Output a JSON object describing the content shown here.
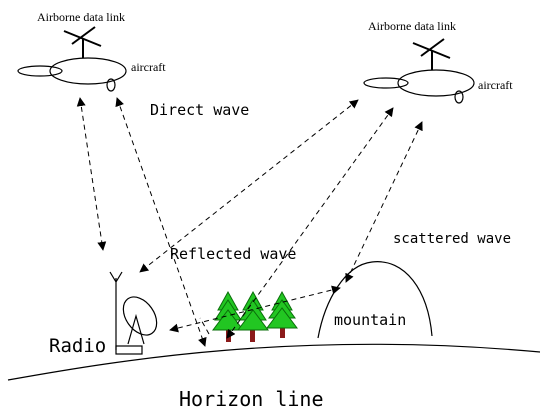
{
  "labels": {
    "datalink_left": "Airborne data link",
    "datalink_right": "Airborne data link",
    "aircraft_left": "aircraft",
    "aircraft_right": "aircraft",
    "direct_wave": "Direct wave",
    "reflected_wave": "Reflected wave",
    "scattered_wave": "scattered wave",
    "mountain": "mountain",
    "radio": "Radio",
    "horizon": "Horizon line"
  },
  "colors": {
    "tree_fill": "#22c622",
    "tree_outline": "#0a6e0a",
    "tree_trunk": "#8b1a1a",
    "aircraft_fill": "#ddeeff"
  }
}
